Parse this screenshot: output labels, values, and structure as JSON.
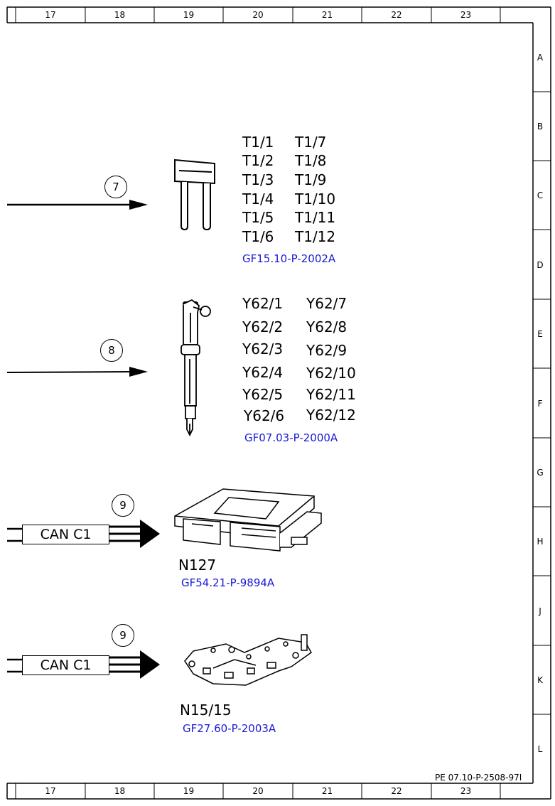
{
  "frame": {
    "columns": [
      "17",
      "18",
      "19",
      "20",
      "21",
      "22",
      "23"
    ],
    "rows": [
      "A",
      "B",
      "C",
      "D",
      "E",
      "F",
      "G",
      "H",
      "J",
      "K",
      "L"
    ],
    "doc_code": "PE 07.10-P-2508-97I"
  },
  "sections": [
    {
      "id": "injector-plug",
      "callout": "7",
      "col1": [
        "T1/1",
        "T1/2",
        "T1/3",
        "T1/4",
        "T1/5",
        "T1/6"
      ],
      "col2": [
        "T1/7",
        "T1/8",
        "T1/9",
        "T1/10",
        "T1/11",
        "T1/12"
      ],
      "ref": "GF15.10-P-2002A"
    },
    {
      "id": "injector",
      "callout": "8",
      "col1": [
        "Y62/1",
        "Y62/2",
        "Y62/3",
        "Y62/4",
        "Y62/5",
        "Y62/6"
      ],
      "col2": [
        "Y62/7",
        "Y62/8",
        "Y62/9",
        "Y62/10",
        "Y62/11",
        "Y62/12"
      ],
      "ref": "GF07.03-P-2000A"
    },
    {
      "id": "n127",
      "callout": "9",
      "bus": "CAN C1",
      "component": "N127",
      "ref": "GF54.21-P-9894A"
    },
    {
      "id": "n15-15",
      "callout": "9",
      "bus": "CAN C1",
      "component": "N15/15",
      "ref": "GF27.60-P-2003A"
    }
  ]
}
